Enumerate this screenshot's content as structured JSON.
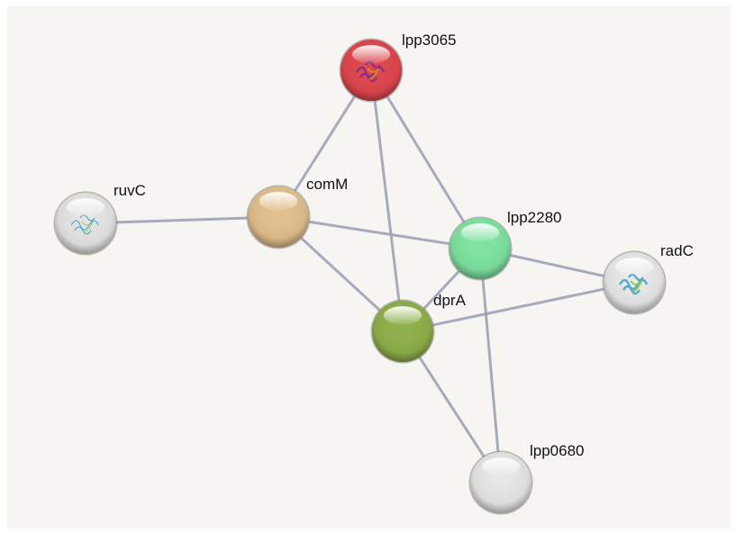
{
  "network": {
    "nodes": [
      {
        "id": "lpp3065",
        "label": "lpp3065",
        "color": "#e0474e",
        "has_structure": true
      },
      {
        "id": "comM",
        "label": "comM",
        "color": "#e2c08d",
        "has_structure": false
      },
      {
        "id": "ruvC",
        "label": "ruvC",
        "color": "#e4e4e4",
        "has_structure": true
      },
      {
        "id": "lpp2280",
        "label": "lpp2280",
        "color": "#7fe3a0",
        "has_structure": false
      },
      {
        "id": "radC",
        "label": "radC",
        "color": "#e8e8e8",
        "has_structure": true
      },
      {
        "id": "dprA",
        "label": "dprA",
        "color": "#8fb04a",
        "has_structure": false
      },
      {
        "id": "lpp0680",
        "label": "lpp0680",
        "color": "#e6e6e6",
        "has_structure": false
      }
    ],
    "edges": [
      {
        "source": "lpp3065",
        "target": "comM"
      },
      {
        "source": "lpp3065",
        "target": "dprA"
      },
      {
        "source": "lpp3065",
        "target": "lpp2280"
      },
      {
        "source": "ruvC",
        "target": "comM"
      },
      {
        "source": "comM",
        "target": "lpp2280"
      },
      {
        "source": "comM",
        "target": "dprA"
      },
      {
        "source": "lpp2280",
        "target": "dprA"
      },
      {
        "source": "lpp2280",
        "target": "radC"
      },
      {
        "source": "lpp2280",
        "target": "lpp0680"
      },
      {
        "source": "dprA",
        "target": "radC"
      },
      {
        "source": "dprA",
        "target": "lpp0680"
      }
    ],
    "edge_color": "#9a9db5"
  }
}
